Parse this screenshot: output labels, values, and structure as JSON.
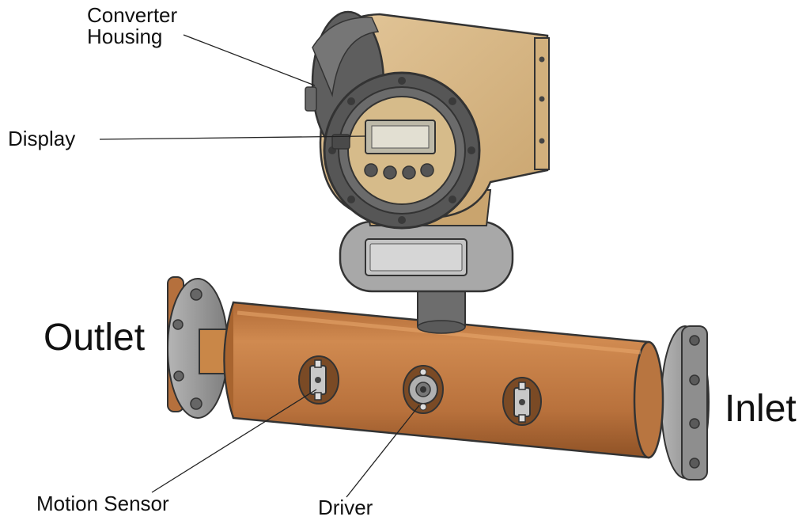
{
  "labels": {
    "converter_housing": "Converter\nHousing",
    "display": "Display",
    "outlet": "Outlet",
    "inlet": "Inlet",
    "motion_sensor": "Motion Sensor",
    "driver": "Driver"
  },
  "colors": {
    "housing_tan": "#d7b98a",
    "housing_shadow": "#b8966a",
    "cap_gray": "#5c5c5c",
    "pipe_copper": "#c07a45",
    "pipe_dark": "#9a5a2c",
    "flange_gray": "#9a9a9a",
    "leader_line": "#222222"
  }
}
